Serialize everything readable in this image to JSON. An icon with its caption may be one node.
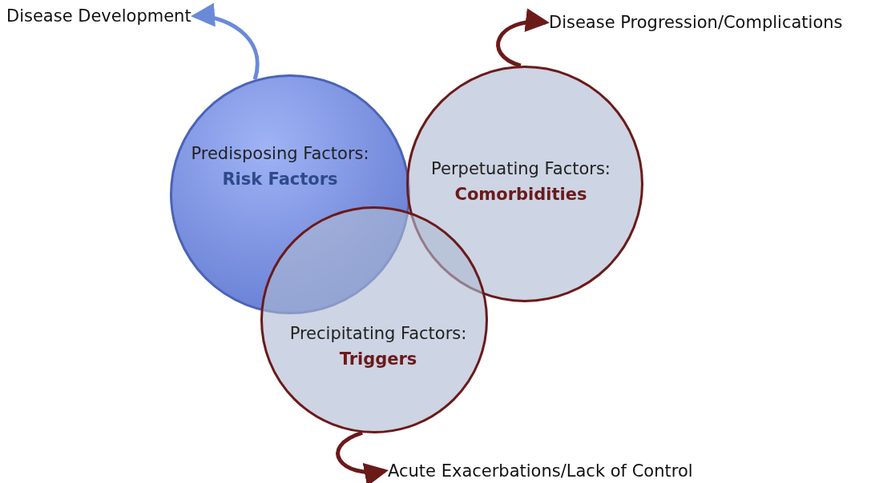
{
  "diagram": {
    "nodes": [
      {
        "text": [
          "Predisposing Factors:",
          "Risk Factors"
        ]
      },
      {
        "text": [
          "Perpetuating Factors:",
          "Comorbidities"
        ]
      },
      {
        "text": [
          "Precipitating Factors:",
          "Triggers"
        ]
      },
      {
        "text": [
          "Disease Development"
        ]
      },
      {
        "text": [
          "Disease Progression/Complications"
        ]
      },
      {
        "text": [
          "Acute Exacerbations/Lack of Control"
        ]
      }
    ],
    "edges": [
      {
        "from": 0,
        "to": 3,
        "arrow": "to",
        "color": "#6a8ad8"
      },
      {
        "from": 1,
        "to": 4,
        "arrow": "to"
      },
      {
        "from": 2,
        "to": 5,
        "arrow": "to"
      }
    ]
  }
}
